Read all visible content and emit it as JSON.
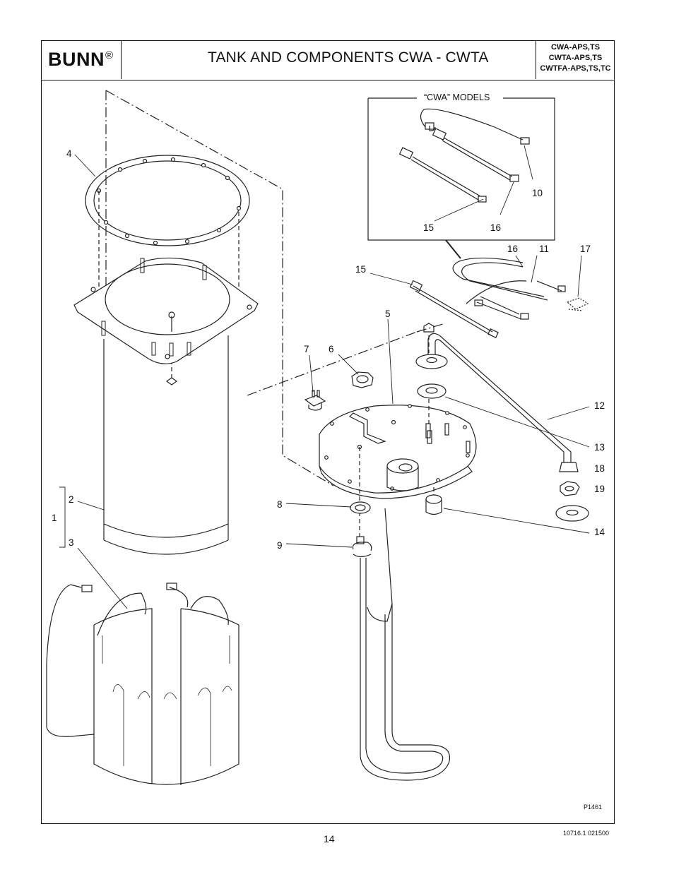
{
  "header": {
    "brand": "BUNN",
    "brand_mark": "®",
    "title": "TANK AND COMPONENTS  CWA - CWTA",
    "models": [
      "CWA-APS,TS",
      "CWTA-APS,TS",
      "CWTFA-APS,TS,TC"
    ]
  },
  "inset": {
    "title": "“CWA” MODELS"
  },
  "callouts": {
    "c1": "1",
    "c2": "2",
    "c3": "3",
    "c4": "4",
    "c5": "5",
    "c6": "6",
    "c7": "7",
    "c8": "8",
    "c9": "9",
    "c10": "10",
    "c11": "11",
    "c12": "12",
    "c13": "13",
    "c14": "14",
    "c15": "15",
    "c16": "16",
    "c17": "17",
    "c18": "18",
    "c19": "19",
    "inset15": "15",
    "inset16": "16"
  },
  "drawing_id": "P1461",
  "footer": {
    "page_number": "14",
    "doc_code": "10716.1 021500"
  }
}
